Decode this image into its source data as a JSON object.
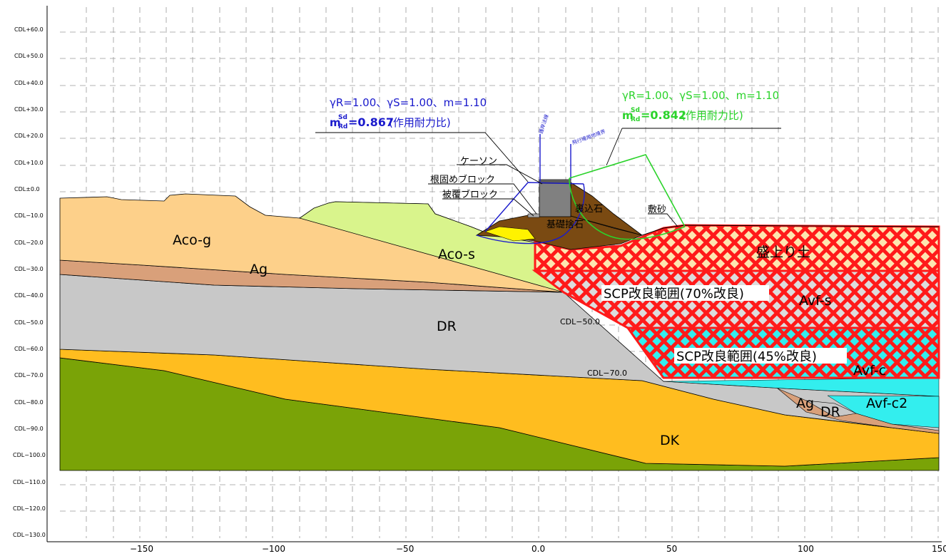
{
  "diagram": {
    "elevations": [
      "CDL+60.0",
      "CDL+50.0",
      "CDL+40.0",
      "CDL+30.0",
      "CDL+20.0",
      "CDL+10.0",
      "CDL±0.0",
      "CDL−10.0",
      "CDL−20.0",
      "CDL−30.0",
      "CDL−40.0",
      "CDL−50.0",
      "CDL−60.0",
      "CDL−70.0",
      "CDL−80.0",
      "CDL−90.0",
      "CDL−100.0",
      "CDL−110.0",
      "CDL−120.0",
      "CDL−130.0"
    ],
    "x_ticks": [
      "−150",
      "−100",
      "−50",
      "0.0",
      "50",
      "100",
      "150"
    ],
    "layers": {
      "aco_g": "Aco-g",
      "ag_left": "Ag",
      "aco_s": "Aco-s",
      "dr": "DR",
      "dk": "DK",
      "fill": "盛上り土",
      "avf_s": "Avf-s",
      "avf_c": "Avf-c",
      "ag_right": "Ag",
      "dr_right": "DR",
      "avf_c2": "Avf-c2"
    },
    "labels": {
      "caisson": "ケーソン",
      "root_block": "根固めブロック",
      "cover_block": "被覆ブロック",
      "backfill_stone": "裏込石",
      "foundation_stone": "基礎捨石",
      "sand_mat": "敷砂",
      "scp70": "SCP改良範囲(70%改良)",
      "scp45": "SCP改良範囲(45%改良)",
      "cdl50": "CDL−50.0",
      "cdl70": "CDL−70.0",
      "tag_shore": "護岸法線",
      "tag_airport": "飛行場用地境界"
    },
    "blue_result": {
      "params": "γR=1.00、γS=1.00、m=1.10",
      "ratio_value": "=0.867",
      "ratio_note": "(作用耐力比)",
      "ratio_sym": "m",
      "ratio_num": "Sd",
      "ratio_den": "Rd"
    },
    "green_result": {
      "params": "γR=1.00、γS=1.00、m=1.10",
      "ratio_value": "=0.842",
      "ratio_note": "(作用耐力比)",
      "ratio_sym": "m",
      "ratio_num": "Sd",
      "ratio_den": "Rd"
    },
    "colors": {
      "aco_g": "#fdd08a",
      "aco_s": "#d9f48c",
      "ag": "#d9a07a",
      "dr": "#c8c8c8",
      "dk_yellow": "#ffbd1f",
      "dk_green": "#7aa307",
      "fill_red": "#ff1a1a",
      "avf_c_cyan": "#33eeee",
      "structure_brown": "#7a4a12",
      "caisson_gray": "#808080",
      "blue_line": "#1a1acc",
      "green_line": "#2bd32b"
    }
  }
}
